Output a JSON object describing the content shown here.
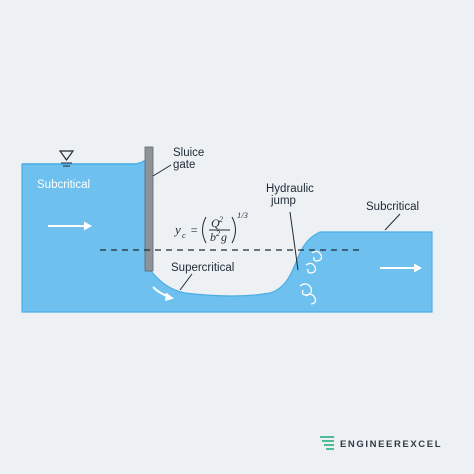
{
  "labels": {
    "subcritical_upstream": "Subcritical",
    "sluice_gate_line1": "Sluice",
    "sluice_gate_line2": "gate",
    "hydraulic_jump_line1": "Hydraulic",
    "hydraulic_jump_line2": "jump",
    "subcritical_downstream": "Subcritical",
    "supercritical": "Supercritical"
  },
  "equation": {
    "lhs_var": "y",
    "lhs_sub": "c",
    "equals": "=",
    "numerator_var": "Q",
    "numerator_exp": "2",
    "denominator_var1": "b",
    "denominator_exp": "2",
    "denominator_var2": "g",
    "outer_exp": "1/3"
  },
  "brand": {
    "name": "ENGINEEREXCEL"
  },
  "colors": {
    "background": "#eef1f4",
    "water": "#6ec0ee",
    "water_edge": "#4aaee6",
    "gate": "#8d9499",
    "text": "#1e2a35",
    "brand_green": "#3fb58a"
  },
  "icons": {
    "water_level_marker": "triangle-down-icon",
    "flow_arrow": "arrow-right-icon",
    "turbulence": "swirl-icon"
  }
}
